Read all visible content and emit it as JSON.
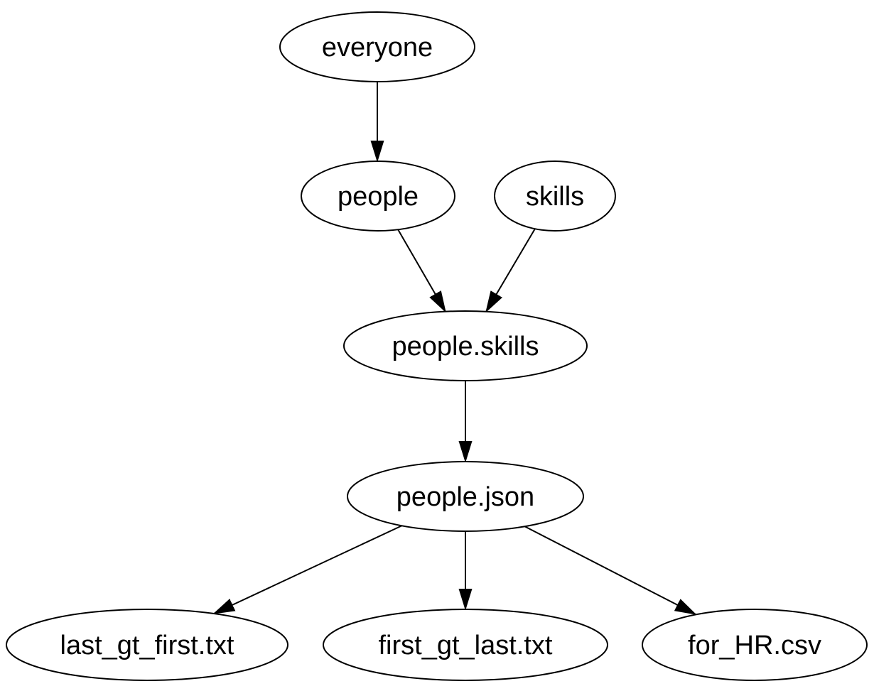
{
  "diagram": {
    "type": "directed-graph",
    "background_color": "#ffffff",
    "node_fill": "#ffffff",
    "node_stroke": "#000000",
    "text_color": "#000000",
    "nodes": {
      "everyone": {
        "label": "everyone"
      },
      "people": {
        "label": "people"
      },
      "skills": {
        "label": "skills"
      },
      "people_skills": {
        "label": "people.skills"
      },
      "people_json": {
        "label": "people.json"
      },
      "last_gt_first": {
        "label": "last_gt_first.txt"
      },
      "first_gt_last": {
        "label": "first_gt_last.txt"
      },
      "for_hr": {
        "label": "for_HR.csv"
      }
    },
    "edges": [
      {
        "from": "everyone",
        "to": "people"
      },
      {
        "from": "people",
        "to": "people.skills"
      },
      {
        "from": "skills",
        "to": "people.skills"
      },
      {
        "from": "people.skills",
        "to": "people.json"
      },
      {
        "from": "people.json",
        "to": "last_gt_first.txt"
      },
      {
        "from": "people.json",
        "to": "first_gt_last.txt"
      },
      {
        "from": "people.json",
        "to": "for_HR.csv"
      }
    ]
  }
}
